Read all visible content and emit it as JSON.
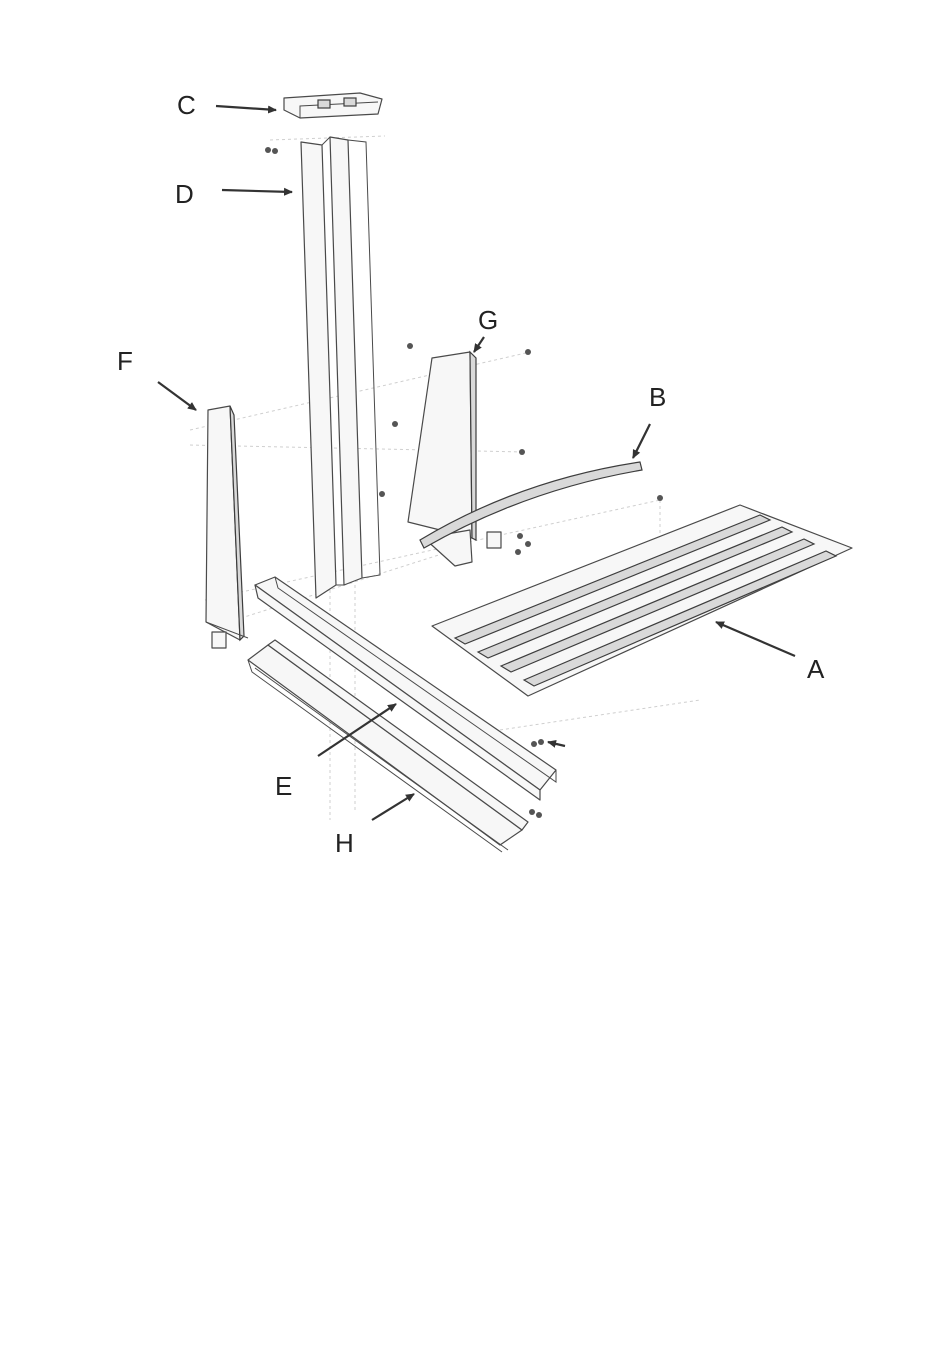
{
  "diagram": {
    "labels": {
      "A": "A",
      "B": "B",
      "C": "C",
      "D": "D",
      "E": "E",
      "F": "F",
      "G": "G",
      "H": "H"
    }
  }
}
